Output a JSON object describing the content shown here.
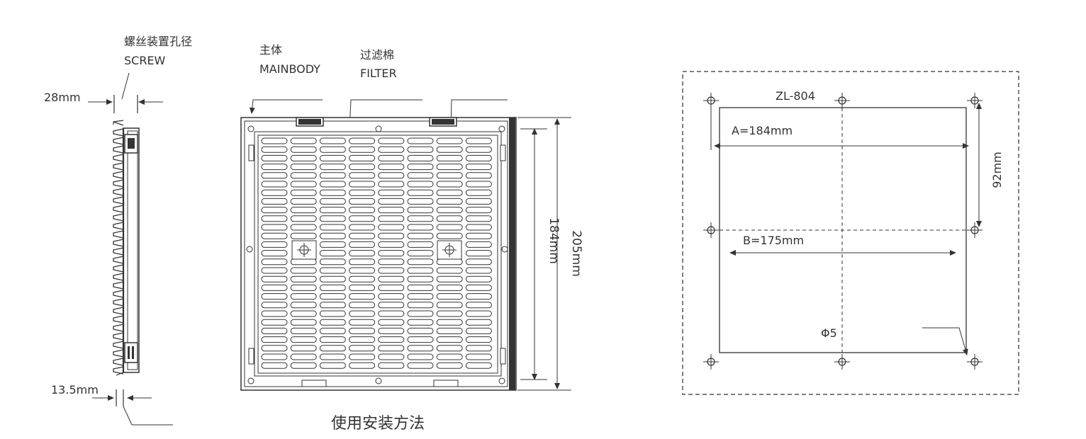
{
  "side_view": {
    "screw_label_cn": "螺丝装置孔径",
    "screw_label_en": "SCREW",
    "top_dim": "28mm",
    "bottom_dim": "13.5mm"
  },
  "front_view": {
    "mainbody_label_cn": "主体",
    "mainbody_label_en": "MAINBODY",
    "filter_label_cn": "过滤棉",
    "filter_label_en": "FILTER",
    "inner_height": "184mm",
    "outer_height": "205mm",
    "caption": "使用安装方法"
  },
  "cutout": {
    "model": "ZL-804",
    "dim_a": "A=184mm",
    "dim_b": "B=175mm",
    "dim_half": "92mm",
    "hole": "Φ5"
  }
}
